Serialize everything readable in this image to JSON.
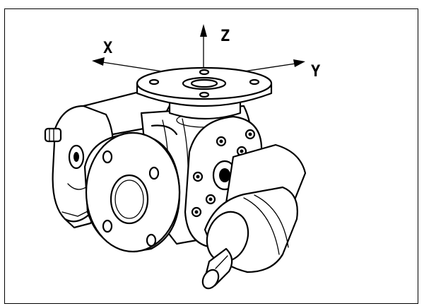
{
  "diagram": {
    "axes": {
      "x_label": "X",
      "y_label": "Y",
      "z_label": "Z"
    },
    "colors": {
      "line": "#000000",
      "background": "#ffffff"
    }
  }
}
